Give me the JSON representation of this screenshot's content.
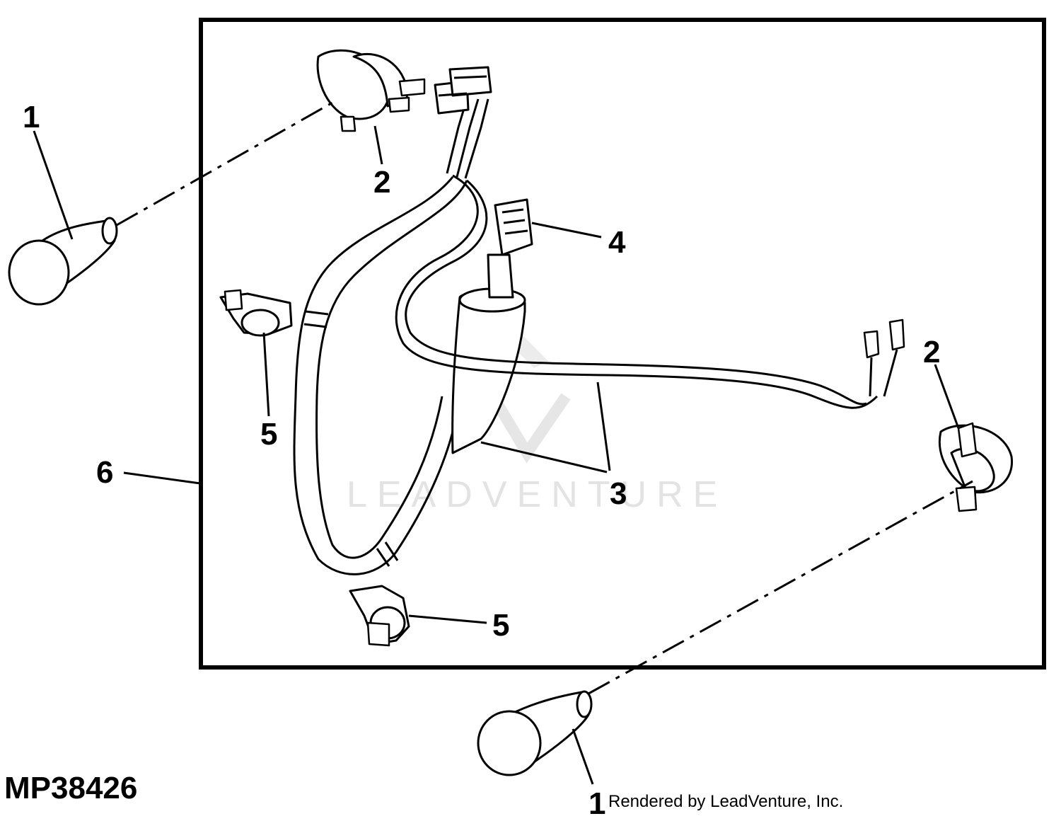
{
  "figure_id": "MP38426",
  "credit": "Rendered by LeadVenture, Inc.",
  "watermark": "LEADVENTURE",
  "callouts": [
    {
      "id": "callout-1-top",
      "label": "1"
    },
    {
      "id": "callout-2-top",
      "label": "2"
    },
    {
      "id": "callout-4",
      "label": "4"
    },
    {
      "id": "callout-2-right",
      "label": "2"
    },
    {
      "id": "callout-5-left",
      "label": "5"
    },
    {
      "id": "callout-6",
      "label": "6"
    },
    {
      "id": "callout-3",
      "label": "3"
    },
    {
      "id": "callout-5-bottom",
      "label": "5"
    },
    {
      "id": "callout-1-bottom",
      "label": "1"
    }
  ]
}
